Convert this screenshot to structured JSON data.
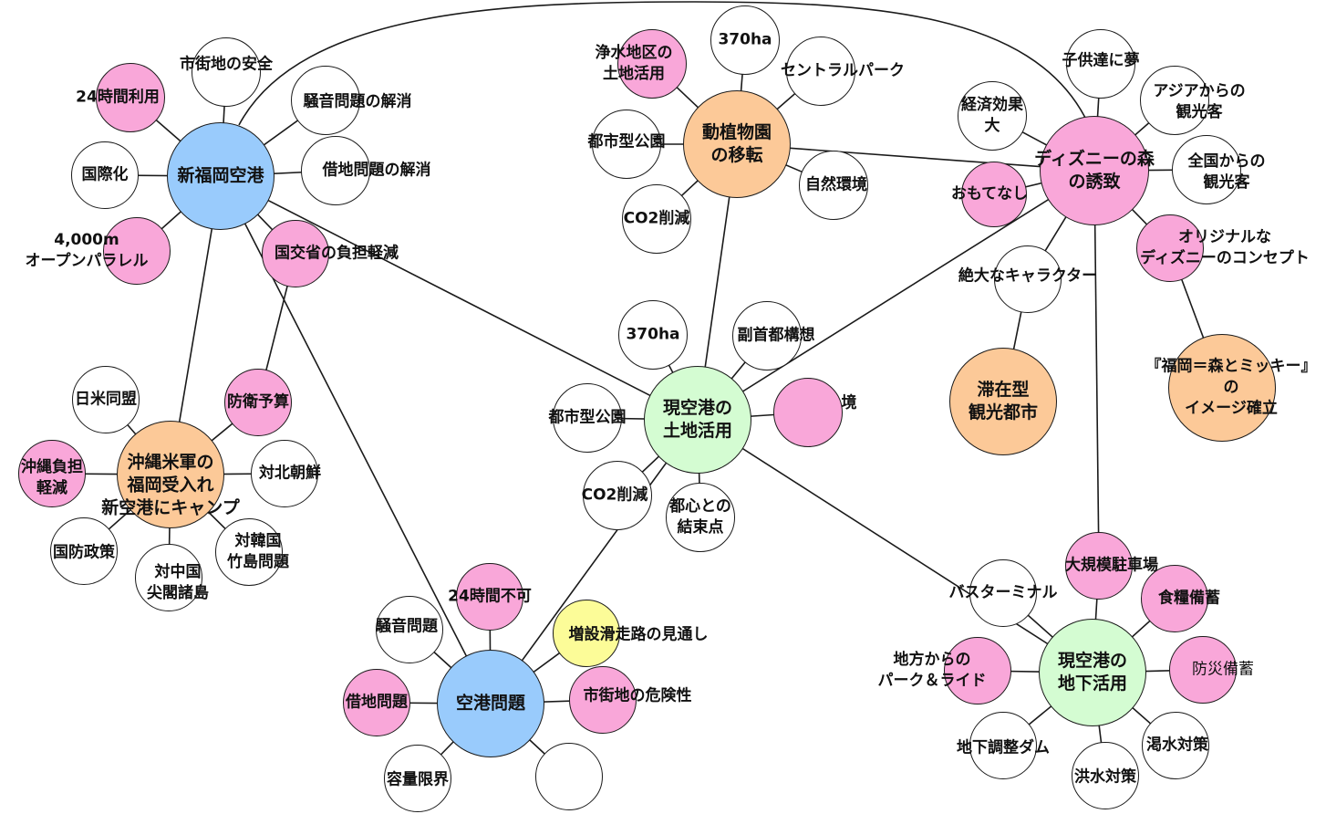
{
  "colors": {
    "white": "#ffffff",
    "pink": "#f9a7d9",
    "blue": "#99cbfc",
    "orange": "#fcc998",
    "green": "#d4fcd2",
    "yellow": "#fcfc98"
  },
  "nodes": [
    {
      "id": "shin_fukuoka",
      "label": "新福岡空港",
      "color": "blue",
      "big": true
    },
    {
      "id": "shigaichi_anzen",
      "label": "市街地の安全",
      "color": "white"
    },
    {
      "id": "sooon_kaisho",
      "label": "騒音問題の解消",
      "color": "white"
    },
    {
      "id": "shakuchi_kaisho",
      "label": "借地問題の解消",
      "color": "white"
    },
    {
      "id": "kokusaika",
      "label": "国際化",
      "color": "white"
    },
    {
      "id": "h24_riyou",
      "label": "24時間利用",
      "color": "pink"
    },
    {
      "id": "parallel",
      "label": "4,000m\nオープンパラレル",
      "color": "pink"
    },
    {
      "id": "kokkosho",
      "label": "国交省の負担軽減",
      "color": "pink"
    },
    {
      "id": "boei_yosan",
      "label": "防衛予算",
      "color": "pink"
    },
    {
      "id": "okinawa",
      "label": "沖縄米軍の\n福岡受入れ\n新空港にキャンプ",
      "color": "orange",
      "big": true
    },
    {
      "id": "nichibei",
      "label": "日米同盟",
      "color": "white"
    },
    {
      "id": "okinawa_futan",
      "label": "沖縄負担\n軽減",
      "color": "pink"
    },
    {
      "id": "taihoku",
      "label": "対北朝鮮",
      "color": "white"
    },
    {
      "id": "kokubou",
      "label": "国防政策",
      "color": "white"
    },
    {
      "id": "taichugoku",
      "label": "対中国\n尖閣諸島",
      "color": "white"
    },
    {
      "id": "taikankoku",
      "label": "対韓国\n竹島問題",
      "color": "white"
    },
    {
      "id": "doshokubutsu",
      "label": "動植物園\nの移転",
      "color": "orange",
      "big": true
    },
    {
      "id": "jousui",
      "label": "浄水地区の\n土地活用",
      "color": "pink"
    },
    {
      "id": "ha370_top",
      "label": "370ha",
      "color": "white"
    },
    {
      "id": "central_park",
      "label": "セントラルパーク",
      "color": "white"
    },
    {
      "id": "toshigata_top",
      "label": "都市型公園",
      "color": "white"
    },
    {
      "id": "shizen",
      "label": "自然環境",
      "color": "white"
    },
    {
      "id": "co2_top",
      "label": "CO2削減",
      "color": "white"
    },
    {
      "id": "disney",
      "label": "ディズニーの森\nの誘致",
      "color": "pink",
      "big": true
    },
    {
      "id": "kodomo",
      "label": "子供達に夢",
      "color": "white"
    },
    {
      "id": "asia",
      "label": "アジアからの\n観光客",
      "color": "white"
    },
    {
      "id": "keizai",
      "label": "経済効果\n大",
      "color": "white"
    },
    {
      "id": "zenkoku",
      "label": "全国からの\n観光客",
      "color": "white"
    },
    {
      "id": "omotenashi",
      "label": "おもてなし",
      "color": "pink"
    },
    {
      "id": "original",
      "label": "オリジナルな\nディズニーのコンセプト",
      "color": "pink"
    },
    {
      "id": "character",
      "label": "絶大なキャラクター",
      "color": "white"
    },
    {
      "id": "taizai",
      "label": "滞在型\n観光都市",
      "color": "orange",
      "big": true
    },
    {
      "id": "mori_mickey",
      "label": "『福岡＝森とミッキー』\nの\nイメージ確立",
      "color": "orange"
    },
    {
      "id": "genkuko_tochi",
      "label": "現空港の\n土地活用",
      "color": "green",
      "big": true
    },
    {
      "id": "ha370_mid",
      "label": "370ha",
      "color": "white"
    },
    {
      "id": "fukushuto",
      "label": "副首都構想",
      "color": "white"
    },
    {
      "id": "toshigata_mid",
      "label": "都市型公園",
      "color": "white"
    },
    {
      "id": "kankyo_pink",
      "label": "境",
      "color": "pink"
    },
    {
      "id": "co2_mid",
      "label": "CO2削減",
      "color": "white"
    },
    {
      "id": "toshin",
      "label": "都心との\n結束点",
      "color": "white"
    },
    {
      "id": "kuko_mondai",
      "label": "空港問題",
      "color": "blue",
      "big": true
    },
    {
      "id": "h24_fuka",
      "label": "24時間不可",
      "color": "pink"
    },
    {
      "id": "sooon",
      "label": "騒音問題",
      "color": "white"
    },
    {
      "id": "zousetsu",
      "label": "増設滑走路の見通し",
      "color": "yellow"
    },
    {
      "id": "shakuchi",
      "label": "借地問題",
      "color": "pink"
    },
    {
      "id": "shigaichi_kiken",
      "label": "市街地の危険性",
      "color": "pink"
    },
    {
      "id": "youryou",
      "label": "容量限界",
      "color": "white"
    },
    {
      "id": "blank_bottom",
      "label": "",
      "color": "white"
    },
    {
      "id": "genkuko_chika",
      "label": "現空港の\n地下活用",
      "color": "green",
      "big": true
    },
    {
      "id": "chusha",
      "label": "大規模駐車場",
      "color": "pink"
    },
    {
      "id": "bus",
      "label": "バスターミナル",
      "color": "white"
    },
    {
      "id": "shokuryo",
      "label": "食糧備蓄",
      "color": "pink"
    },
    {
      "id": "park_ride",
      "label": "地方からの\nパーク＆ライド",
      "color": "pink"
    },
    {
      "id": "bousai",
      "label": "防災備蓄",
      "color": "pink"
    },
    {
      "id": "chika_dam",
      "label": "地下調整ダム",
      "color": "white"
    },
    {
      "id": "kassui",
      "label": "渇水対策",
      "color": "white"
    },
    {
      "id": "kozui",
      "label": "洪水対策",
      "color": "white"
    }
  ],
  "edges": [
    [
      "shin_fukuoka",
      "shigaichi_anzen"
    ],
    [
      "shin_fukuoka",
      "sooon_kaisho"
    ],
    [
      "shin_fukuoka",
      "shakuchi_kaisho"
    ],
    [
      "shin_fukuoka",
      "kokusaika"
    ],
    [
      "shin_fukuoka",
      "h24_riyou"
    ],
    [
      "shin_fukuoka",
      "parallel"
    ],
    [
      "shin_fukuoka",
      "kokkosho"
    ],
    [
      "shin_fukuoka",
      "okinawa"
    ],
    [
      "shin_fukuoka",
      "kuko_mondai"
    ],
    [
      "shin_fukuoka",
      "genkuko_tochi"
    ],
    [
      "kokkosho",
      "boei_yosan"
    ],
    [
      "okinawa",
      "boei_yosan"
    ],
    [
      "okinawa",
      "nichibei"
    ],
    [
      "okinawa",
      "okinawa_futan"
    ],
    [
      "okinawa",
      "taihoku"
    ],
    [
      "okinawa",
      "kokubou"
    ],
    [
      "okinawa",
      "taichugoku"
    ],
    [
      "okinawa",
      "taikankoku"
    ],
    [
      "doshokubutsu",
      "jousui"
    ],
    [
      "doshokubutsu",
      "ha370_top"
    ],
    [
      "doshokubutsu",
      "central_park"
    ],
    [
      "doshokubutsu",
      "toshigata_top"
    ],
    [
      "doshokubutsu",
      "shizen"
    ],
    [
      "doshokubutsu",
      "co2_top"
    ],
    [
      "doshokubutsu",
      "genkuko_tochi"
    ],
    [
      "doshokubutsu",
      "disney"
    ],
    [
      "disney",
      "kodomo"
    ],
    [
      "disney",
      "asia"
    ],
    [
      "disney",
      "keizai"
    ],
    [
      "disney",
      "zenkoku"
    ],
    [
      "disney",
      "omotenashi"
    ],
    [
      "disney",
      "original"
    ],
    [
      "disney",
      "character"
    ],
    [
      "disney",
      "genkuko_tochi"
    ],
    [
      "disney",
      "chusha"
    ],
    [
      "original",
      "mori_mickey"
    ],
    [
      "character",
      "taizai"
    ],
    [
      "genkuko_tochi",
      "ha370_mid"
    ],
    [
      "genkuko_tochi",
      "fukushuto"
    ],
    [
      "genkuko_tochi",
      "toshigata_mid"
    ],
    [
      "genkuko_tochi",
      "kankyo_pink"
    ],
    [
      "genkuko_tochi",
      "co2_mid"
    ],
    [
      "genkuko_tochi",
      "toshin"
    ],
    [
      "genkuko_tochi",
      "kuko_mondai"
    ],
    [
      "genkuko_tochi",
      "genkuko_chika"
    ],
    [
      "kuko_mondai",
      "h24_fuka"
    ],
    [
      "kuko_mondai",
      "sooon"
    ],
    [
      "kuko_mondai",
      "zousetsu"
    ],
    [
      "kuko_mondai",
      "shakuchi"
    ],
    [
      "kuko_mondai",
      "shigaichi_kiken"
    ],
    [
      "kuko_mondai",
      "youryou"
    ],
    [
      "kuko_mondai",
      "blank_bottom"
    ],
    [
      "genkuko_chika",
      "chusha"
    ],
    [
      "genkuko_chika",
      "bus"
    ],
    [
      "genkuko_chika",
      "shokuryo"
    ],
    [
      "genkuko_chika",
      "park_ride"
    ],
    [
      "genkuko_chika",
      "bousai"
    ],
    [
      "genkuko_chika",
      "chika_dam"
    ],
    [
      "genkuko_chika",
      "kassui"
    ],
    [
      "genkuko_chika",
      "kozui"
    ]
  ],
  "curved_edges": [
    [
      "shin_fukuoka",
      "disney"
    ]
  ]
}
